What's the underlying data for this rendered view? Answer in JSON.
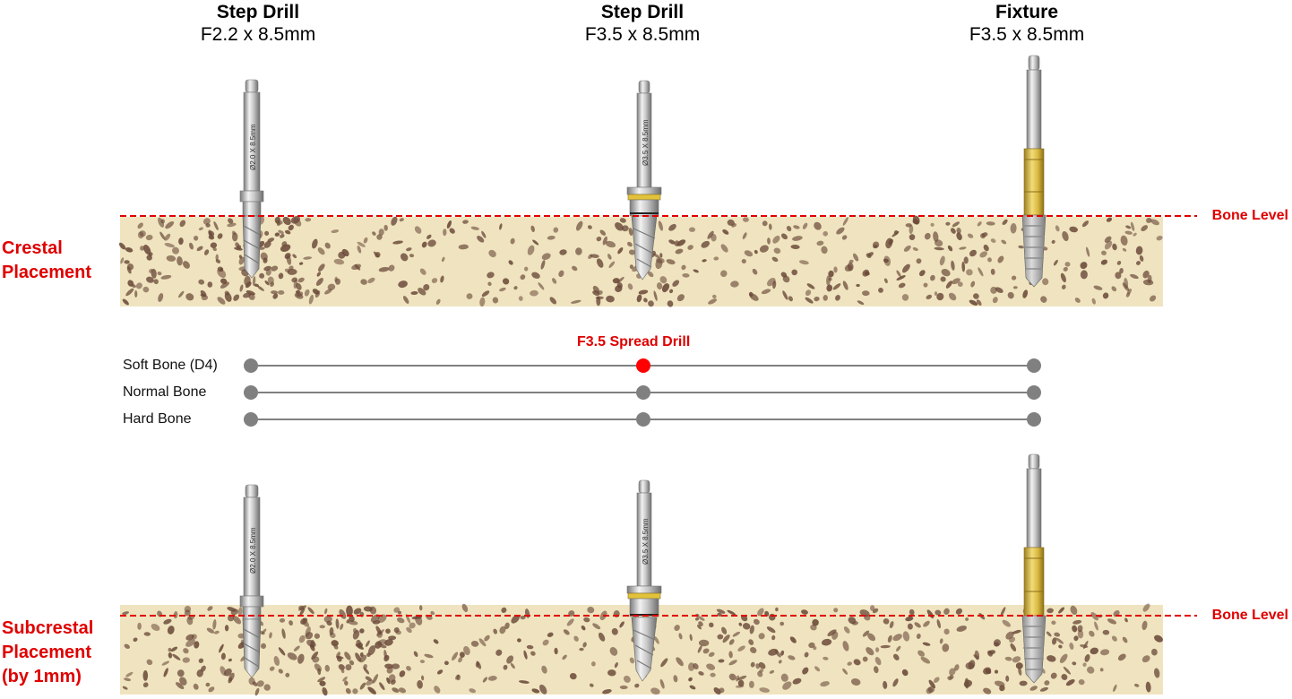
{
  "columns": [
    {
      "title": "Step Drill",
      "subtitle": "F2.2 x 8.5mm",
      "engraving": "Ø2.0 X 8.5mm"
    },
    {
      "title": "Step Drill",
      "subtitle": "F3.5 x 8.5mm",
      "engraving": "Ø3.5 X 8.5mm"
    },
    {
      "title": "Fixture",
      "subtitle": "F3.5 x 8.5mm"
    }
  ],
  "sections": {
    "crestal": {
      "line1": "Crestal",
      "line2": "Placement"
    },
    "subcrestal": {
      "line1": "Subcrestal",
      "line2": "Placement",
      "line3": "(by 1mm)"
    }
  },
  "bone_level_label": "Bone Level",
  "protocol": {
    "highlight_label": "F3.5 Spread Drill",
    "rows": [
      {
        "label": "Soft Bone (D4)"
      },
      {
        "label": "Normal Bone"
      },
      {
        "label": "Hard Bone"
      }
    ]
  },
  "colors": {
    "accent": "#e00000",
    "dot": "#808080",
    "bone_base": "#efe4bf",
    "bone_spot": "#6b4a3a",
    "gold": "#d9b941"
  }
}
